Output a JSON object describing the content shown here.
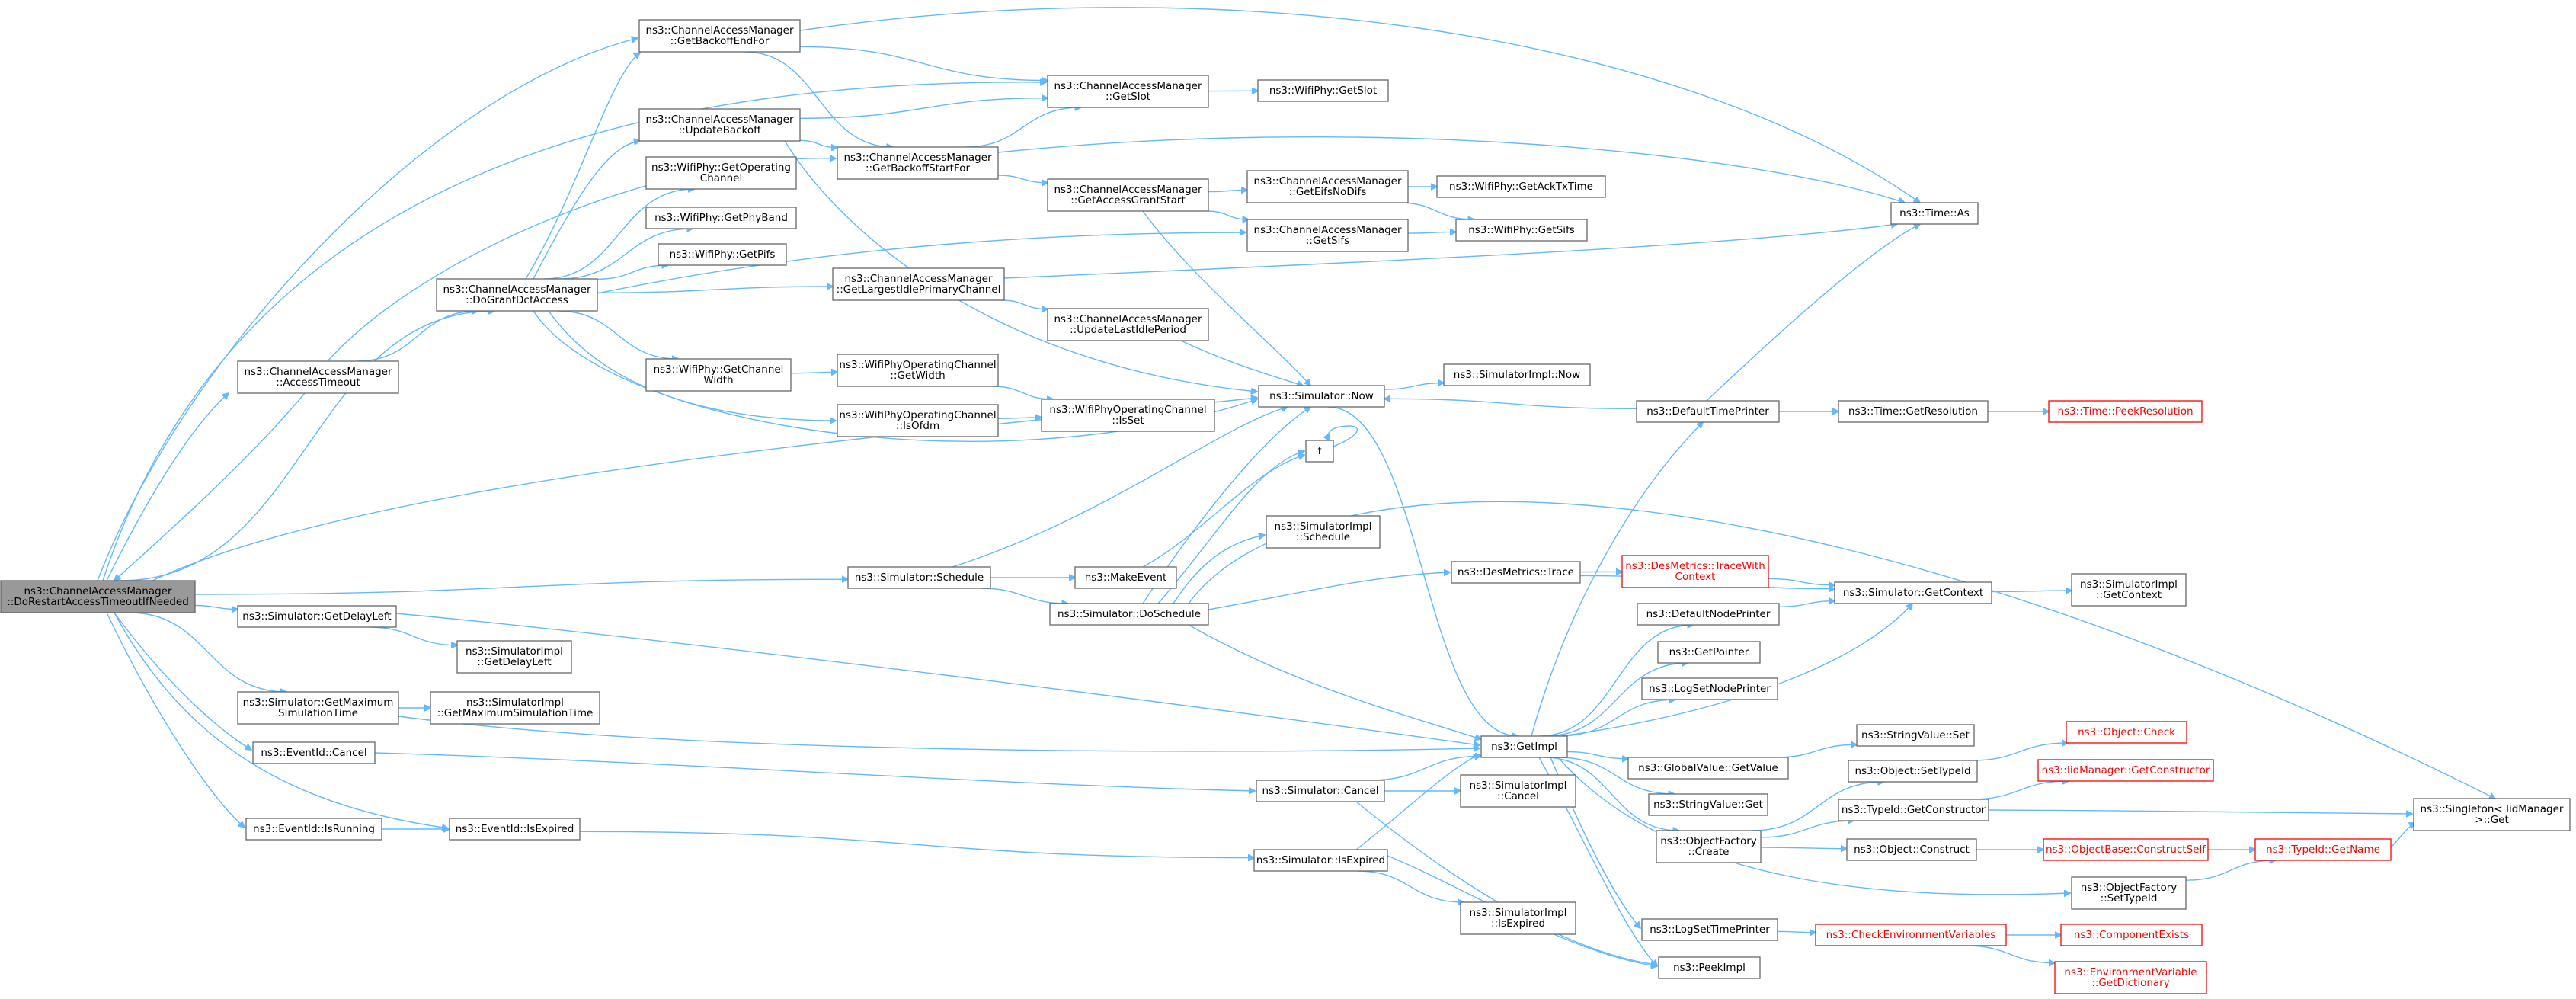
{
  "diagram": {
    "nodes": [
      {
        "id": "root",
        "lines": [
          "ns3::ChannelAccessManager",
          "::DoRestartAccessTimeoutIfNeeded"
        ],
        "style": "root"
      },
      {
        "id": "accessTimeout",
        "lines": [
          "ns3::ChannelAccessManager",
          "::AccessTimeout"
        ],
        "style": "normal"
      },
      {
        "id": "doGrant",
        "lines": [
          "ns3::ChannelAccessManager",
          "::DoGrantDcfAccess"
        ],
        "style": "normal"
      },
      {
        "id": "getBackoffEndFor",
        "lines": [
          "ns3::ChannelAccessManager",
          "::GetBackoffEndFor"
        ],
        "style": "normal"
      },
      {
        "id": "updateBackoff",
        "lines": [
          "ns3::ChannelAccessManager",
          "::UpdateBackoff"
        ],
        "style": "normal"
      },
      {
        "id": "wifiGetOpChan",
        "lines": [
          "ns3::WifiPhy::GetOperating",
          "Channel"
        ],
        "style": "normal"
      },
      {
        "id": "wifiGetPhyBand",
        "lines": [
          "ns3::WifiPhy::GetPhyBand"
        ],
        "style": "normal"
      },
      {
        "id": "wifiGetPifs",
        "lines": [
          "ns3::WifiPhy::GetPifs"
        ],
        "style": "normal"
      },
      {
        "id": "wifiGetChanWidth",
        "lines": [
          "ns3::WifiPhy::GetChannel",
          "Width"
        ],
        "style": "normal"
      },
      {
        "id": "getSlot",
        "lines": [
          "ns3::ChannelAccessManager",
          "::GetSlot"
        ],
        "style": "normal"
      },
      {
        "id": "wifiGetSlot",
        "lines": [
          "ns3::WifiPhy::GetSlot"
        ],
        "style": "normal"
      },
      {
        "id": "getBackoffStartFor",
        "lines": [
          "ns3::ChannelAccessManager",
          "::GetBackoffStartFor"
        ],
        "style": "normal"
      },
      {
        "id": "getAccessGrantStart",
        "lines": [
          "ns3::ChannelAccessManager",
          "::GetAccessGrantStart"
        ],
        "style": "normal"
      },
      {
        "id": "getEifsNoDifs",
        "lines": [
          "ns3::ChannelAccessManager",
          "::GetEifsNoDifs"
        ],
        "style": "normal"
      },
      {
        "id": "wifiGetAckTxTime",
        "lines": [
          "ns3::WifiPhy::GetAckTxTime"
        ],
        "style": "normal"
      },
      {
        "id": "getSifs",
        "lines": [
          "ns3::ChannelAccessManager",
          "::GetSifs"
        ],
        "style": "normal"
      },
      {
        "id": "wifiGetSifs",
        "lines": [
          "ns3::WifiPhy::GetSifs"
        ],
        "style": "normal"
      },
      {
        "id": "timeAs",
        "lines": [
          "ns3::Time::As"
        ],
        "style": "normal"
      },
      {
        "id": "getLargestIdle",
        "lines": [
          "ns3::ChannelAccessManager",
          "::GetLargestIdlePrimaryChannel"
        ],
        "style": "normal"
      },
      {
        "id": "updateLastIdle",
        "lines": [
          "ns3::ChannelAccessManager",
          "::UpdateLastIdlePeriod"
        ],
        "style": "normal"
      },
      {
        "id": "opChanGetWidth",
        "lines": [
          "ns3::WifiPhyOperatingChannel",
          "::GetWidth"
        ],
        "style": "normal"
      },
      {
        "id": "opChanIsOfdm",
        "lines": [
          "ns3::WifiPhyOperatingChannel",
          "::IsOfdm"
        ],
        "style": "normal"
      },
      {
        "id": "opChanIsSet",
        "lines": [
          "ns3::WifiPhyOperatingChannel",
          "::IsSet"
        ],
        "style": "normal"
      },
      {
        "id": "simNow",
        "lines": [
          "ns3::Simulator::Now"
        ],
        "style": "normal"
      },
      {
        "id": "simImplNow",
        "lines": [
          "ns3::SimulatorImpl::Now"
        ],
        "style": "normal"
      },
      {
        "id": "defaultTimePrinter",
        "lines": [
          "ns3::DefaultTimePrinter"
        ],
        "style": "normal"
      },
      {
        "id": "timeGetResolution",
        "lines": [
          "ns3::Time::GetResolution"
        ],
        "style": "normal"
      },
      {
        "id": "timePeekResolution",
        "lines": [
          "ns3::Time::PeekResolution"
        ],
        "style": "red"
      },
      {
        "id": "f",
        "lines": [
          "f"
        ],
        "style": "normal"
      },
      {
        "id": "simSchedule",
        "lines": [
          "ns3::Simulator::Schedule"
        ],
        "style": "normal"
      },
      {
        "id": "makeEvent",
        "lines": [
          "ns3::MakeEvent"
        ],
        "style": "normal"
      },
      {
        "id": "simDoSchedule",
        "lines": [
          "ns3::Simulator::DoSchedule"
        ],
        "style": "normal"
      },
      {
        "id": "simImplSchedule",
        "lines": [
          "ns3::SimulatorImpl",
          "::Schedule"
        ],
        "style": "normal"
      },
      {
        "id": "desMetricsTrace",
        "lines": [
          "ns3::DesMetrics::Trace"
        ],
        "style": "normal"
      },
      {
        "id": "desMetricsTraceWithContext",
        "lines": [
          "ns3::DesMetrics::TraceWith",
          "Context"
        ],
        "style": "red"
      },
      {
        "id": "simGetContext",
        "lines": [
          "ns3::Simulator::GetContext"
        ],
        "style": "normal"
      },
      {
        "id": "simImplGetContext",
        "lines": [
          "ns3::SimulatorImpl",
          "::GetContext"
        ],
        "style": "normal"
      },
      {
        "id": "defaultNodePrinter",
        "lines": [
          "ns3::DefaultNodePrinter"
        ],
        "style": "normal"
      },
      {
        "id": "getPointer",
        "lines": [
          "ns3::GetPointer"
        ],
        "style": "normal"
      },
      {
        "id": "logSetNodePrinter",
        "lines": [
          "ns3::LogSetNodePrinter"
        ],
        "style": "normal"
      },
      {
        "id": "getImpl",
        "lines": [
          "ns3::GetImpl"
        ],
        "style": "normal"
      },
      {
        "id": "globalValueGetValue",
        "lines": [
          "ns3::GlobalValue::GetValue"
        ],
        "style": "normal"
      },
      {
        "id": "stringValueSet",
        "lines": [
          "ns3::StringValue::Set"
        ],
        "style": "normal"
      },
      {
        "id": "stringValueGet",
        "lines": [
          "ns3::StringValue::Get"
        ],
        "style": "normal"
      },
      {
        "id": "objectFactoryCreate",
        "lines": [
          "ns3::ObjectFactory",
          "::Create"
        ],
        "style": "normal"
      },
      {
        "id": "objectSetTypeId",
        "lines": [
          "ns3::Object::SetTypeId"
        ],
        "style": "normal"
      },
      {
        "id": "objectCheck",
        "lines": [
          "ns3::Object::Check"
        ],
        "style": "red"
      },
      {
        "id": "iidManagerGetConstructor",
        "lines": [
          "ns3::IidManager::GetConstructor"
        ],
        "style": "red"
      },
      {
        "id": "typeIdGetConstructor",
        "lines": [
          "ns3::TypeId::GetConstructor"
        ],
        "style": "normal"
      },
      {
        "id": "singletonGet",
        "lines": [
          "ns3::Singleton< IidManager",
          " >::Get"
        ],
        "style": "normal"
      },
      {
        "id": "objectConstruct",
        "lines": [
          "ns3::Object::Construct"
        ],
        "style": "normal"
      },
      {
        "id": "objectBaseConstructSelf",
        "lines": [
          "ns3::ObjectBase::ConstructSelf"
        ],
        "style": "red"
      },
      {
        "id": "typeIdGetName",
        "lines": [
          "ns3::TypeId::GetName"
        ],
        "style": "red"
      },
      {
        "id": "objectFactorySetTypeId",
        "lines": [
          "ns3::ObjectFactory",
          "::SetTypeId"
        ],
        "style": "normal"
      },
      {
        "id": "logSetTimePrinter",
        "lines": [
          "ns3::LogSetTimePrinter"
        ],
        "style": "normal"
      },
      {
        "id": "checkEnvVars",
        "lines": [
          "ns3::CheckEnvironmentVariables"
        ],
        "style": "red"
      },
      {
        "id": "componentExists",
        "lines": [
          "ns3::ComponentExists"
        ],
        "style": "red"
      },
      {
        "id": "envVarGetDictionary",
        "lines": [
          "ns3::EnvironmentVariable",
          "::GetDictionary"
        ],
        "style": "red"
      },
      {
        "id": "peekImpl",
        "lines": [
          "ns3::PeekImpl"
        ],
        "style": "normal"
      },
      {
        "id": "simGetDelayLeft",
        "lines": [
          "ns3::Simulator::GetDelayLeft"
        ],
        "style": "normal"
      },
      {
        "id": "simImplGetDelayLeft",
        "lines": [
          "ns3::SimulatorImpl",
          "::GetDelayLeft"
        ],
        "style": "normal"
      },
      {
        "id": "simGetMaxSimTime",
        "lines": [
          "ns3::Simulator::GetMaximum",
          "SimulationTime"
        ],
        "style": "normal"
      },
      {
        "id": "simImplGetMaxSimTime",
        "lines": [
          "ns3::SimulatorImpl",
          "::GetMaximumSimulationTime"
        ],
        "style": "normal"
      },
      {
        "id": "eventIdCancel",
        "lines": [
          "ns3::EventId::Cancel"
        ],
        "style": "normal"
      },
      {
        "id": "simCancel",
        "lines": [
          "ns3::Simulator::Cancel"
        ],
        "style": "normal"
      },
      {
        "id": "simImplCancel",
        "lines": [
          "ns3::SimulatorImpl",
          "::Cancel"
        ],
        "style": "normal"
      },
      {
        "id": "eventIdIsRunning",
        "lines": [
          "ns3::EventId::IsRunning"
        ],
        "style": "normal"
      },
      {
        "id": "eventIdIsExpired",
        "lines": [
          "ns3::EventId::IsExpired"
        ],
        "style": "normal"
      },
      {
        "id": "simIsExpired",
        "lines": [
          "ns3::Simulator::IsExpired"
        ],
        "style": "normal"
      },
      {
        "id": "simImplIsExpired",
        "lines": [
          "ns3::SimulatorImpl",
          "::IsExpired"
        ],
        "style": "normal"
      }
    ],
    "edges": [
      [
        "root",
        "accessTimeout"
      ],
      [
        "root",
        "doGrant"
      ],
      [
        "root",
        "getBackoffEndFor"
      ],
      [
        "root",
        "getSlot"
      ],
      [
        "root",
        "simNow"
      ],
      [
        "root",
        "simSchedule"
      ],
      [
        "root",
        "simGetDelayLeft"
      ],
      [
        "root",
        "simGetMaxSimTime"
      ],
      [
        "root",
        "eventIdCancel"
      ],
      [
        "root",
        "eventIdIsRunning"
      ],
      [
        "root",
        "eventIdIsExpired"
      ],
      [
        "accessTimeout",
        "root"
      ],
      [
        "accessTimeout",
        "doGrant"
      ],
      [
        "accessTimeout",
        "getBackoffStartFor"
      ],
      [
        "doGrant",
        "getBackoffEndFor"
      ],
      [
        "doGrant",
        "updateBackoff"
      ],
      [
        "doGrant",
        "wifiGetOpChan"
      ],
      [
        "doGrant",
        "wifiGetPhyBand"
      ],
      [
        "doGrant",
        "wifiGetPifs"
      ],
      [
        "doGrant",
        "getSifs"
      ],
      [
        "doGrant",
        "getLargestIdle"
      ],
      [
        "doGrant",
        "wifiGetChanWidth"
      ],
      [
        "doGrant",
        "opChanIsOfdm"
      ],
      [
        "doGrant",
        "simNow"
      ],
      [
        "getBackoffEndFor",
        "getSlot"
      ],
      [
        "getBackoffEndFor",
        "getBackoffStartFor"
      ],
      [
        "getBackoffEndFor",
        "timeAs"
      ],
      [
        "updateBackoff",
        "getSlot"
      ],
      [
        "updateBackoff",
        "getBackoffStartFor"
      ],
      [
        "updateBackoff",
        "simNow"
      ],
      [
        "getSlot",
        "wifiGetSlot"
      ],
      [
        "getBackoffStartFor",
        "getSlot"
      ],
      [
        "getBackoffStartFor",
        "getAccessGrantStart"
      ],
      [
        "getBackoffStartFor",
        "timeAs"
      ],
      [
        "getAccessGrantStart",
        "getEifsNoDifs"
      ],
      [
        "getAccessGrantStart",
        "getSifs"
      ],
      [
        "getAccessGrantStart",
        "simNow"
      ],
      [
        "getEifsNoDifs",
        "wifiGetAckTxTime"
      ],
      [
        "getEifsNoDifs",
        "wifiGetSifs"
      ],
      [
        "getSifs",
        "wifiGetSifs"
      ],
      [
        "getLargestIdle",
        "timeAs"
      ],
      [
        "getLargestIdle",
        "updateLastIdle"
      ],
      [
        "updateLastIdle",
        "simNow"
      ],
      [
        "wifiGetChanWidth",
        "opChanGetWidth"
      ],
      [
        "opChanGetWidth",
        "opChanIsSet"
      ],
      [
        "opChanIsOfdm",
        "opChanIsSet"
      ],
      [
        "simNow",
        "simImplNow"
      ],
      [
        "simNow",
        "getImpl"
      ],
      [
        "defaultTimePrinter",
        "simNow"
      ],
      [
        "defaultTimePrinter",
        "timeAs"
      ],
      [
        "defaultTimePrinter",
        "timeGetResolution"
      ],
      [
        "timeGetResolution",
        "timePeekResolution"
      ],
      [
        "f",
        "f"
      ],
      [
        "simSchedule",
        "simNow"
      ],
      [
        "simSchedule",
        "makeEvent"
      ],
      [
        "simSchedule",
        "simDoSchedule"
      ],
      [
        "makeEvent",
        "f"
      ],
      [
        "simDoSchedule",
        "simNow"
      ],
      [
        "simDoSchedule",
        "f"
      ],
      [
        "simDoSchedule",
        "simImplSchedule"
      ],
      [
        "simDoSchedule",
        "desMetricsTrace"
      ],
      [
        "simDoSchedule",
        "getImpl"
      ],
      [
        "simDoSchedule",
        "singletonGet"
      ],
      [
        "desMetricsTrace",
        "desMetricsTraceWithContext"
      ],
      [
        "desMetricsTrace",
        "simGetContext"
      ],
      [
        "desMetricsTraceWithContext",
        "simGetContext"
      ],
      [
        "simGetContext",
        "simImplGetContext"
      ],
      [
        "defaultNodePrinter",
        "simGetContext"
      ],
      [
        "getImpl",
        "defaultTimePrinter"
      ],
      [
        "getImpl",
        "defaultNodePrinter"
      ],
      [
        "getImpl",
        "getPointer"
      ],
      [
        "getImpl",
        "logSetNodePrinter"
      ],
      [
        "getImpl",
        "simGetContext"
      ],
      [
        "getImpl",
        "globalValueGetValue"
      ],
      [
        "getImpl",
        "stringValueGet"
      ],
      [
        "getImpl",
        "objectFactoryCreate"
      ],
      [
        "getImpl",
        "objectFactorySetTypeId"
      ],
      [
        "getImpl",
        "logSetTimePrinter"
      ],
      [
        "getImpl",
        "peekImpl"
      ],
      [
        "globalValueGetValue",
        "stringValueSet"
      ],
      [
        "objectFactoryCreate",
        "objectSetTypeId"
      ],
      [
        "objectFactoryCreate",
        "typeIdGetConstructor"
      ],
      [
        "objectFactoryCreate",
        "objectConstruct"
      ],
      [
        "objectSetTypeId",
        "objectCheck"
      ],
      [
        "typeIdGetConstructor",
        "iidManagerGetConstructor"
      ],
      [
        "typeIdGetConstructor",
        "singletonGet"
      ],
      [
        "objectConstruct",
        "objectBaseConstructSelf"
      ],
      [
        "objectBaseConstructSelf",
        "typeIdGetName"
      ],
      [
        "typeIdGetName",
        "singletonGet"
      ],
      [
        "objectFactorySetTypeId",
        "typeIdGetName"
      ],
      [
        "logSetTimePrinter",
        "checkEnvVars"
      ],
      [
        "checkEnvVars",
        "componentExists"
      ],
      [
        "checkEnvVars",
        "envVarGetDictionary"
      ],
      [
        "simGetDelayLeft",
        "simImplGetDelayLeft"
      ],
      [
        "simGetDelayLeft",
        "getImpl"
      ],
      [
        "simGetMaxSimTime",
        "simImplGetMaxSimTime"
      ],
      [
        "simGetMaxSimTime",
        "getImpl"
      ],
      [
        "eventIdCancel",
        "simCancel"
      ],
      [
        "simCancel",
        "getImpl"
      ],
      [
        "simCancel",
        "simImplCancel"
      ],
      [
        "simCancel",
        "peekImpl"
      ],
      [
        "eventIdIsRunning",
        "eventIdIsExpired"
      ],
      [
        "eventIdIsExpired",
        "simIsExpired"
      ],
      [
        "simIsExpired",
        "getImpl"
      ],
      [
        "simIsExpired",
        "simImplIsExpired"
      ],
      [
        "simIsExpired",
        "peekImpl"
      ]
    ]
  }
}
